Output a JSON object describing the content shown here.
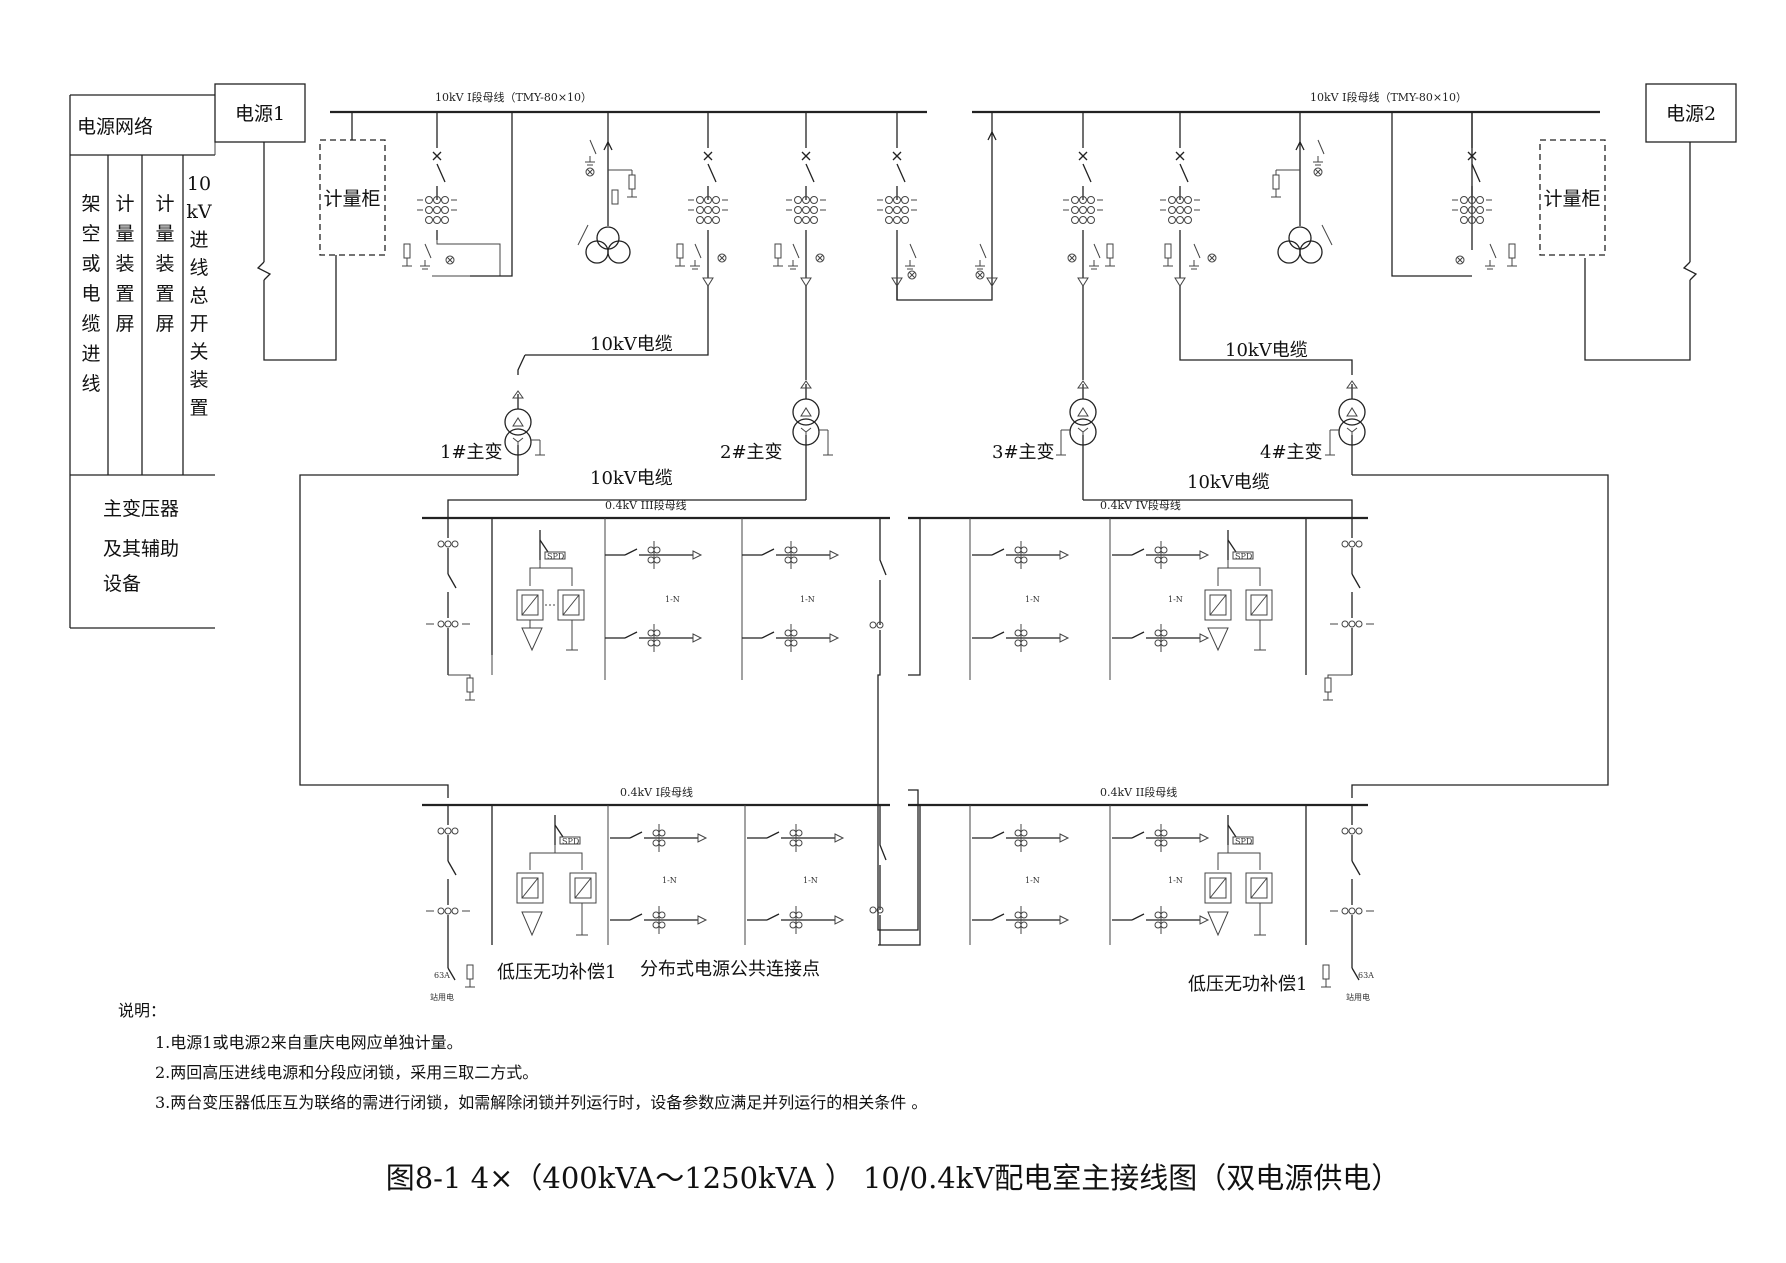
{
  "legend": {
    "network": "电源网络",
    "col1": "架空或电缆进线",
    "col2": "计量装置屏",
    "col3": "计量装置屏",
    "col4": "10kV进线总开关装置",
    "transformer": "主变压器及其辅助设备"
  },
  "sources": {
    "s1": "电源1",
    "s2": "电源2"
  },
  "meter_cabinet": "计量柜",
  "hv_bus": {
    "left": "10kV Ⅰ段母线（TMY-80×10）",
    "right": "10kV Ⅰ段母线（TMY-80×10）"
  },
  "cable_labels": [
    "10kV电缆",
    "10kV电缆",
    "10kV电缆",
    "10kV电缆"
  ],
  "transformers": [
    "1#主变",
    "2#主变",
    "3#主变",
    "4#主变"
  ],
  "lv_bus": {
    "iii": "0.4kV III段母线",
    "iv": "0.4kV IV段母线",
    "i": "0.4kV I段母线",
    "ii": "0.4kV II段母线"
  },
  "feeder_tag": "1-N",
  "lv_comp_left": "低压无功补偿1",
  "lv_comp_right": "低压无功补偿1",
  "dg_point": "分布式电源公共连接点",
  "station_use": {
    "rating": "63A",
    "name": "站用电"
  },
  "capacitor_tag": "SPD",
  "notes": {
    "title": "说明：",
    "items": [
      "1.电源1或电源2来自重庆电网应单独计量。",
      "2.两回高压进线电源和分段应闭锁，采用三取二方式。",
      "3.两台变压器低压互为联络的需进行闭锁，如需解除闭锁并列运行时，设备参数应满足并列运行的相关条件 。"
    ]
  },
  "caption": "图8-1  4×（400kVA～1250kVA ） 10/0.4kV配电室主接线图（双电源供电）"
}
